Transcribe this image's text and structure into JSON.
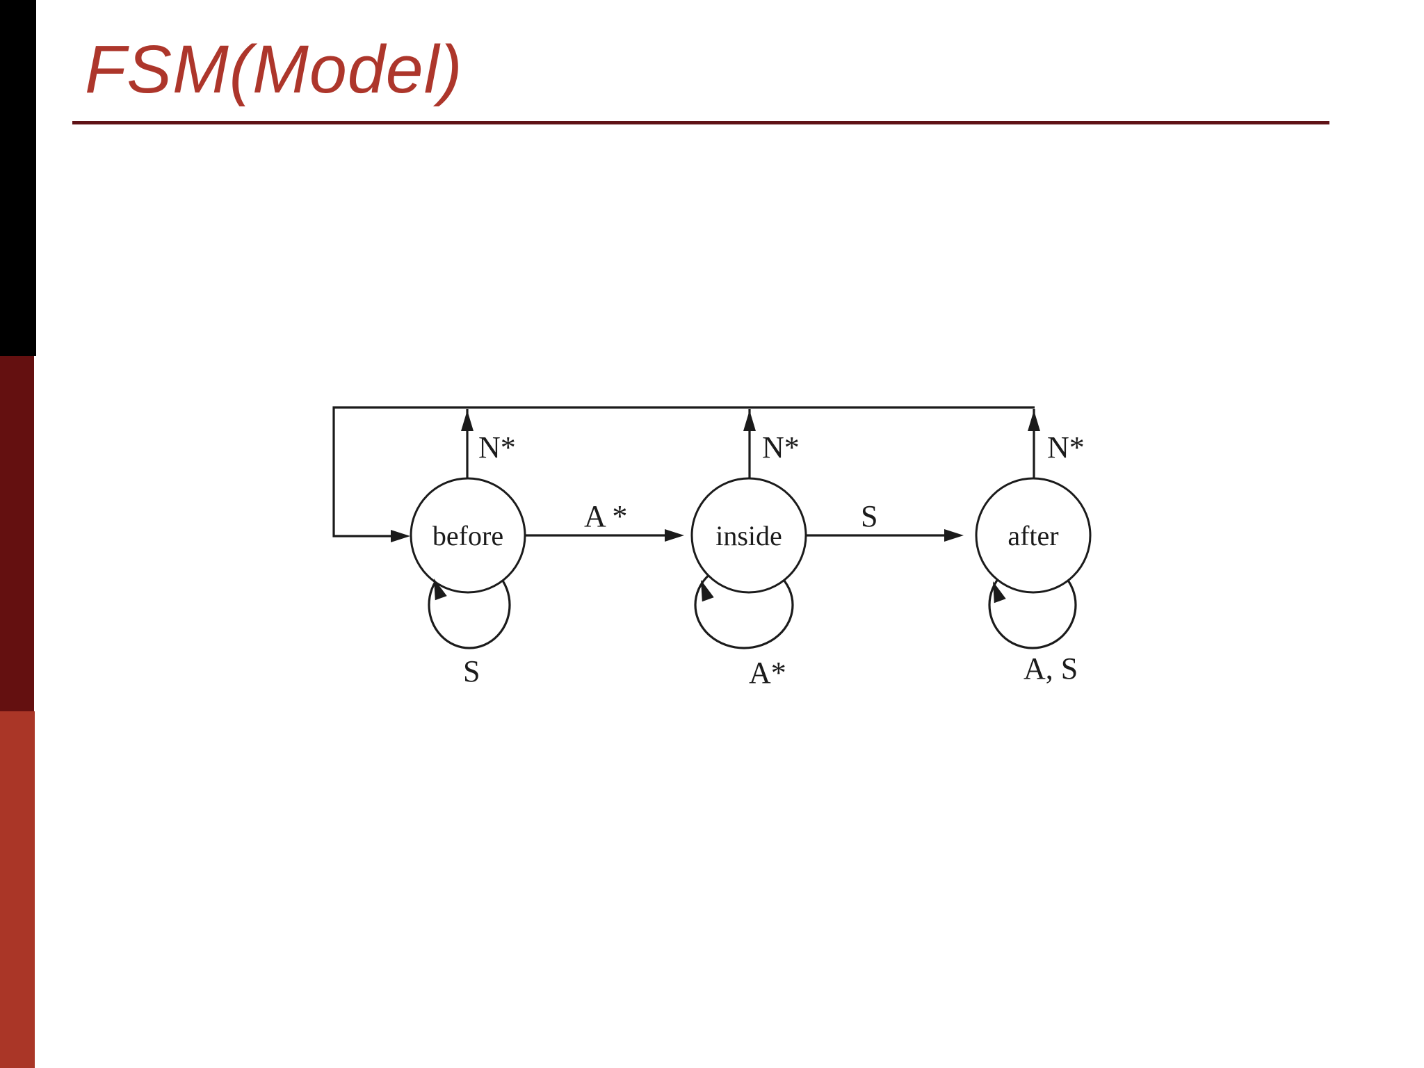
{
  "colors": {
    "accent": "#ad362b",
    "rule": "#5f1216",
    "bar-top": "#000000",
    "bar-middle": "#641010",
    "bar-bottom": "#aa3627",
    "ink": "#1b1b1b"
  },
  "slide": {
    "title": "FSM(Model)"
  },
  "diagram": {
    "type": "finite-state-machine",
    "states": [
      {
        "name": "before"
      },
      {
        "name": "inside"
      },
      {
        "name": "after"
      }
    ],
    "transitions": [
      {
        "from": "start",
        "to": "before",
        "label": ""
      },
      {
        "from": "before",
        "to": "inside",
        "label": "A *"
      },
      {
        "from": "inside",
        "to": "after",
        "label": "S"
      },
      {
        "from": "before",
        "to": "before",
        "label": "S",
        "type": "self-loop"
      },
      {
        "from": "inside",
        "to": "inside",
        "label": "A*",
        "type": "self-loop"
      },
      {
        "from": "after",
        "to": "after",
        "label": "A, S",
        "type": "self-loop"
      },
      {
        "from": "before",
        "to": "before",
        "label": "N*",
        "type": "feedback-rail"
      },
      {
        "from": "inside",
        "to": "before",
        "label": "N*",
        "type": "feedback-rail"
      },
      {
        "from": "after",
        "to": "before",
        "label": "N*",
        "type": "feedback-rail"
      }
    ],
    "labels": {
      "state_before": "before",
      "state_inside": "inside",
      "state_after": "after",
      "n_star_before": "N*",
      "n_star_inside": "N*",
      "n_star_after": "N*",
      "arc_before_inside": "A *",
      "arc_inside_after": "S",
      "loop_before": "S",
      "loop_inside": "A*",
      "loop_after": "A, S"
    }
  }
}
